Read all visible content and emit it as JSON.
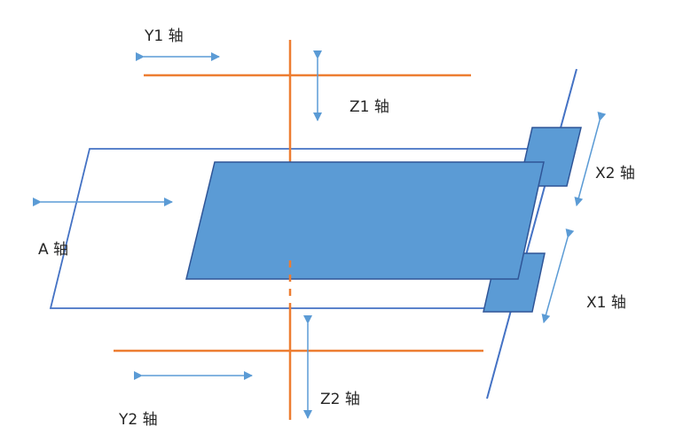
{
  "labels": {
    "y1": "Y1 轴",
    "z1": "Z1 轴",
    "x2": "X2 轴",
    "a": "A 轴",
    "x1": "X1 轴",
    "z2": "Z2 轴",
    "y2": "Y2 轴"
  },
  "colors": {
    "axis_line": "#ed7d31",
    "frame_line": "#4472c4",
    "panel_fill": "#5b9bd5",
    "panel_stroke": "#2f5597",
    "arrow": "#5b9bd5",
    "text": "#262626"
  }
}
